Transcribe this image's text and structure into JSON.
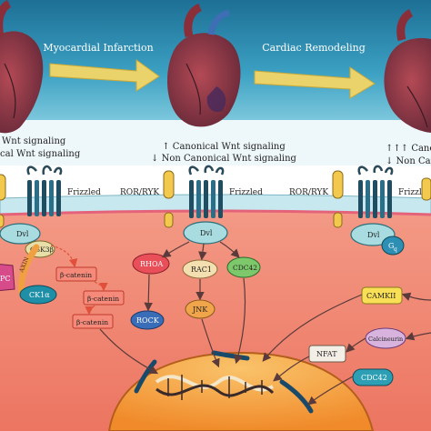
{
  "top_panel": {
    "stage1": {
      "caption_line1": "Wnt signaling",
      "caption_line2": "cal Wnt signaling"
    },
    "arrow1_label": "Myocardial Infarction",
    "stage2": {
      "caption_line1": "↑ Canonical Wnt signaling",
      "caption_line2": "↓ Non Canonical Wnt signaling"
    },
    "arrow2_label": "Cardiac Remodeling",
    "stage3": {
      "caption_line1": "↑↑↑ Canon",
      "caption_line2": "↓ Non Cano"
    }
  },
  "membrane": {
    "frizzled_labels": [
      "Frizzled",
      "Frizzled",
      "Frizzled"
    ],
    "coreceptor_labels": [
      "ROR/RYK",
      "ROR/RYK"
    ]
  },
  "nodes": {
    "dvl": [
      "Dvl",
      "Dvl",
      "Dvl"
    ],
    "gsk3b": "GSK3β",
    "axin": "AXIN",
    "apc": "PC",
    "ck1": "CK1α",
    "beta_catenin": [
      "β-catenin",
      "β-catenin",
      "β-catenin"
    ],
    "rhoa": "RHOA",
    "rac1": "RAC1",
    "cdc42": "CDC42",
    "rock": "ROCK",
    "jnk": "JNK",
    "gq": "G",
    "gq_sub": "q",
    "camkii": "CAMKII",
    "calcineurin": "Calcineurin",
    "nfat": "NFAT",
    "cdc42_right": "CDC42"
  },
  "colors": {
    "sky": "#2f8fb4",
    "cell": "#f08876",
    "nucleus": "#f6a23a",
    "membrane": "#c8e8ef",
    "rhoa": "#e84f59",
    "rac1": "#f4dfb0",
    "cdc42": "#7cc86a",
    "jnk": "#f0a54a",
    "camkii": "#f8df55",
    "calcineurin": "#d8b3de",
    "cdc42_right": "#2d9fb4",
    "dvl": "#a8dce0",
    "gsk3b": "#e8dfa8",
    "ck1": "#1f8fa8",
    "apc": "#d84b8a"
  }
}
